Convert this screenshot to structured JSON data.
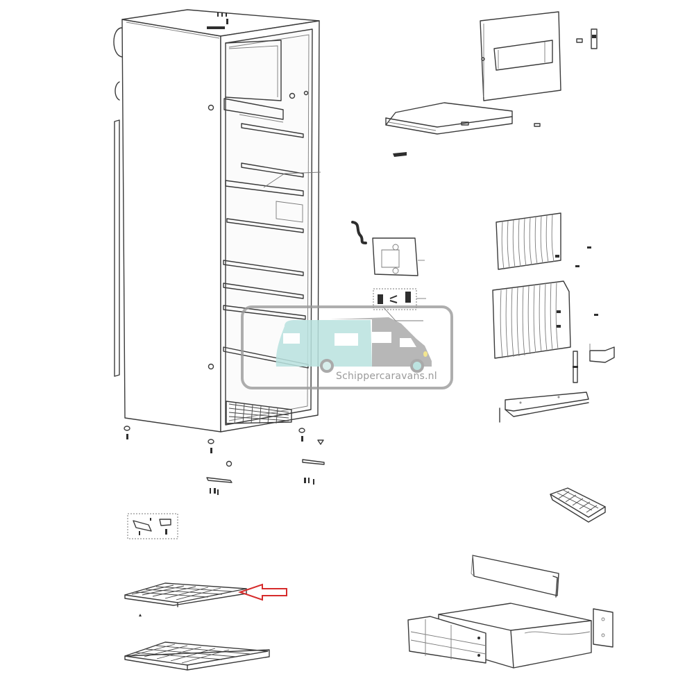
{
  "diagram": {
    "type": "exploded-parts-diagram",
    "subject": "refrigerator",
    "parts": [
      {
        "id": "cabinet",
        "label": "fridge-cabinet-body"
      },
      {
        "id": "freezer-door",
        "label": "freezer-compartment-door"
      },
      {
        "id": "freezer-tray",
        "label": "freezer-drip-tray"
      },
      {
        "id": "hinge-parts-top",
        "label": "top-hinge-pin-and-screws"
      },
      {
        "id": "thermostat",
        "label": "thermostat-control-box"
      },
      {
        "id": "switch-kit",
        "label": "switch-and-connector-kit"
      },
      {
        "id": "vent-grille-top",
        "label": "upper-ventilation-grille"
      },
      {
        "id": "vent-grille-bottom",
        "label": "lower-ventilation-grille"
      },
      {
        "id": "bracket",
        "label": "mounting-bracket"
      },
      {
        "id": "rod",
        "label": "support-rod"
      },
      {
        "id": "rail",
        "label": "angle-rail"
      },
      {
        "id": "feet",
        "label": "leveling-feet-and-hinge-plates"
      },
      {
        "id": "hinge-kit",
        "label": "bottom-hinge-kit"
      },
      {
        "id": "ice-tray",
        "label": "ice-cube-tray"
      },
      {
        "id": "shelf-upper",
        "label": "wire-shelf-highlighted"
      },
      {
        "id": "shelf-lower",
        "label": "wire-shelf"
      },
      {
        "id": "crisper",
        "label": "crisper-drawer-with-divider"
      }
    ],
    "highlight": {
      "target": "shelf-upper",
      "color": "#d62b2b",
      "shape": "arrow-left"
    }
  },
  "watermark": {
    "text": "Schippercaravans.nl",
    "frame_color": "#9a9a9a",
    "caravan_color": "#b9e2df",
    "camper_color": "#a6a6a6",
    "headlight_color": "#f3e58a"
  }
}
